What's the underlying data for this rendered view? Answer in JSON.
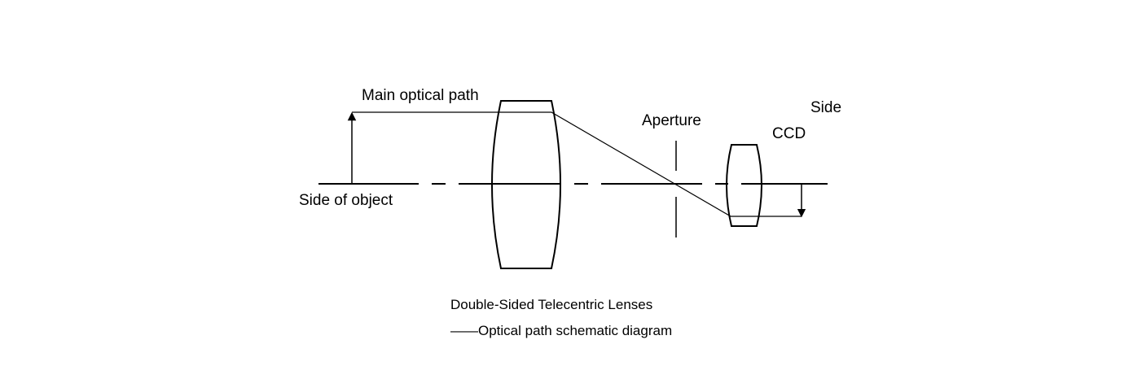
{
  "labels": {
    "main_optical_path": "Main optical path",
    "side_of_object": "Side of object",
    "aperture": "Aperture",
    "ccd": "CCD",
    "side": "Side"
  },
  "caption": {
    "line1": "Double-Sided Telecentric Lenses",
    "line2": "——Optical path schematic diagram"
  }
}
